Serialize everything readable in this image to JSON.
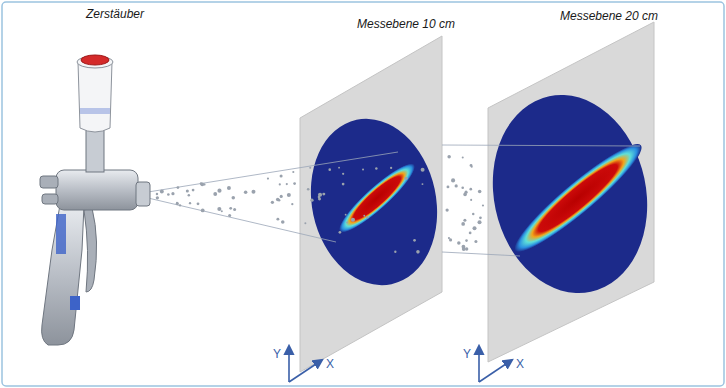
{
  "diagram": {
    "labels": [
      "Zerstäuber",
      "Messebene 10 cm",
      "Messebene 20 cm",
      "Y",
      "X",
      "Y",
      "X"
    ]
  }
}
